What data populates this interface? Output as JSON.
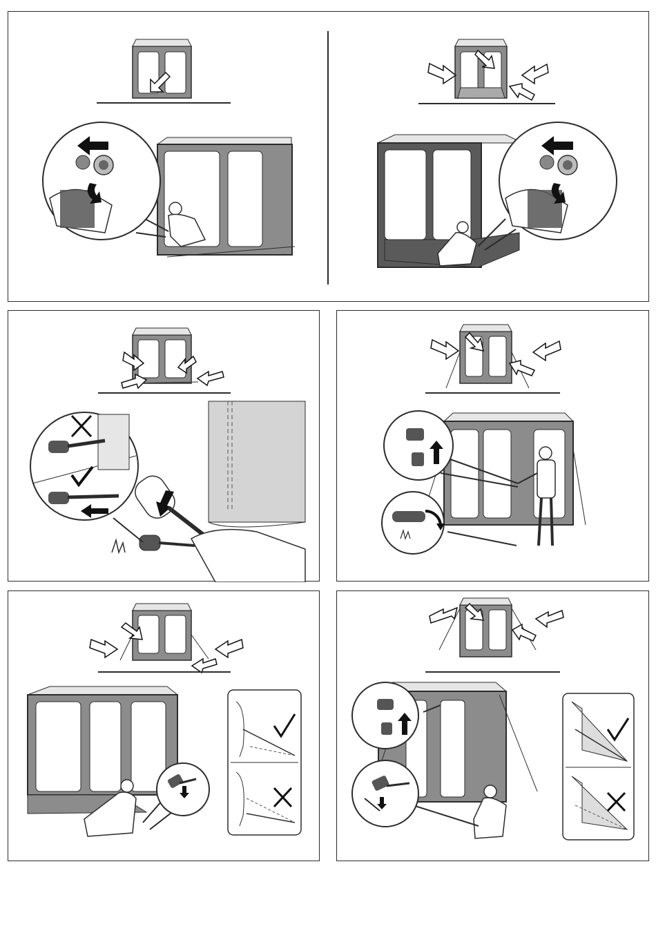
{
  "document": {
    "type": "tent-setup-instructions",
    "text_content": "",
    "colors": {
      "outline": "#2b2b2b",
      "tent_wall": "#8c8c8c",
      "tent_roof": "#e6e6e6",
      "tent_dark": "#5a5a5a",
      "ground": "#cfcfcf",
      "arrow": "#111111",
      "skin": "#ffffff"
    }
  },
  "steps": [
    {
      "id": "step-1",
      "icons": [
        "tent-thumbnail-icon",
        "arrow-icon",
        "magnified-valve-icon",
        "person-kneeling-icon"
      ]
    },
    {
      "id": "step-2",
      "icons": [
        "tent-thumbnail-icon",
        "arrow-icon",
        "magnified-valve-icon",
        "person-kneeling-icon"
      ]
    },
    {
      "id": "step-3",
      "icons": [
        "tent-thumbnail-icon",
        "peg-icon",
        "cross-mark-icon",
        "check-mark-icon",
        "mallet-icon"
      ]
    },
    {
      "id": "step-4",
      "icons": [
        "tent-thumbnail-icon",
        "buckle-icon",
        "up-arrow-icon",
        "tensioner-icon",
        "person-standing-icon"
      ]
    },
    {
      "id": "step-5",
      "icons": [
        "tent-thumbnail-icon",
        "mallet-icon",
        "check-mark-icon",
        "cross-mark-icon",
        "person-kneeling-icon"
      ]
    },
    {
      "id": "step-6",
      "icons": [
        "tent-thumbnail-icon",
        "buckle-icon",
        "mallet-icon",
        "check-mark-icon",
        "cross-mark-icon",
        "person-kneeling-icon"
      ]
    }
  ]
}
